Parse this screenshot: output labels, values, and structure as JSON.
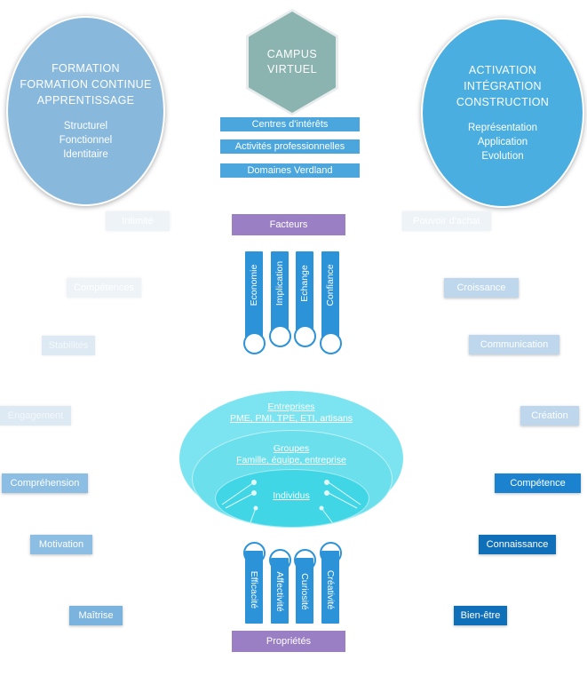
{
  "left_circle": {
    "lines": [
      "FORMATION",
      "FORMATION CONTINUE",
      "APPRENTISSAGE"
    ],
    "sub": [
      "Structurel",
      "Fonctionnel",
      "Identitaire"
    ]
  },
  "right_circle": {
    "lines": [
      "ACTIVATION",
      "INTÉGRATION",
      "CONSTRUCTION"
    ],
    "sub": [
      "Représentation",
      "Application",
      "Evolution"
    ]
  },
  "campus": {
    "line1": "CAMPUS",
    "line2": "VIRTUEL"
  },
  "center_bars": [
    "Centres d'intérêts",
    "Activités professionnelles",
    "Domaines Verdland"
  ],
  "facteurs": {
    "title": "Facteurs",
    "items": [
      "Economie",
      "Implication",
      "Echange",
      "Confiance"
    ]
  },
  "proprietes": {
    "title": "Propriétés",
    "items": [
      "Efficacité",
      "Affectivité",
      "Curiosité",
      "Créativité"
    ]
  },
  "ellipse": {
    "outer_title": "Entreprises",
    "outer_sub": "PME, PMI, TPE, ETI, artisans",
    "mid_title": "Groupes",
    "mid_sub": "Famille, équipe, entreprise",
    "inner_title": "Individus"
  },
  "left_labels": [
    "Intimité",
    "Compétences",
    "Stabilités",
    "Engagement",
    "Compréhension",
    "Motivation",
    "Maîtrise"
  ],
  "right_labels": [
    "Pouvoir d'achat",
    "Croissance",
    "Communication",
    "Création",
    "Compétence",
    "Connaissance",
    "Bien-être"
  ],
  "colors": {
    "left_circle": "#88b9dd",
    "right_circle": "#4aaee0",
    "hexagon": "#8bb4b0",
    "bars": "#4aa6dd",
    "purple": "#9a7fc5",
    "ellipse": "#5fe2ee"
  }
}
